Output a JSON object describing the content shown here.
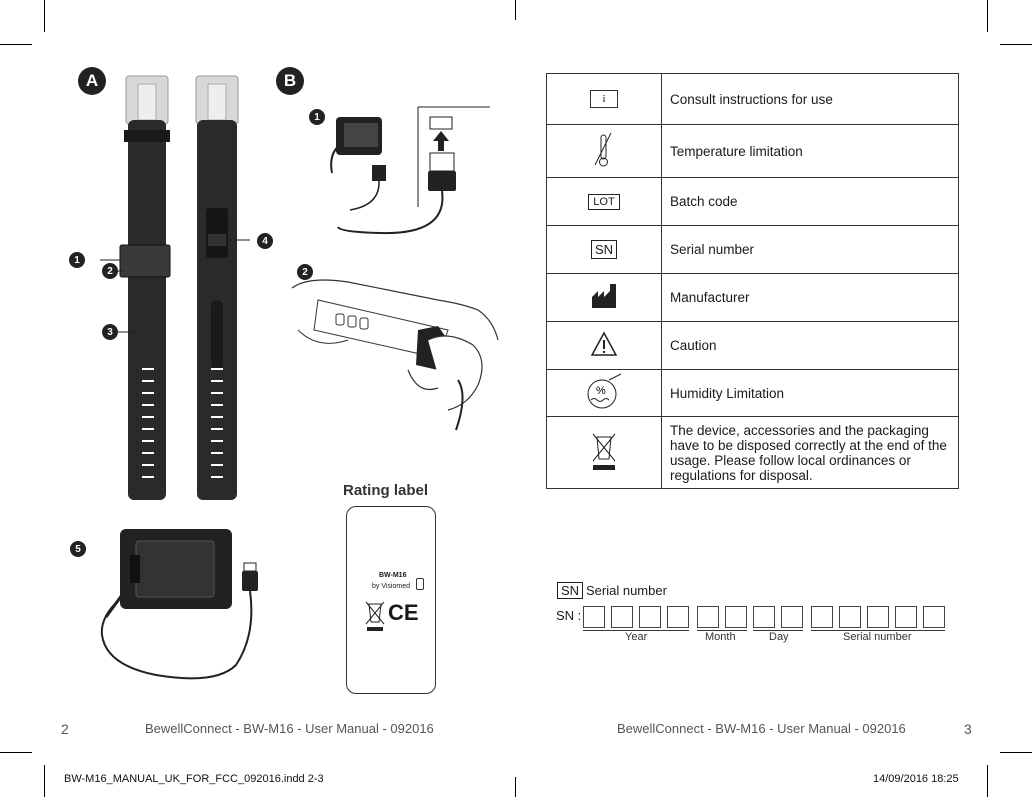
{
  "figure_labels": {
    "a": "A",
    "b": "B"
  },
  "callouts": [
    "1",
    "2",
    "3",
    "4",
    "5"
  ],
  "rating_label": {
    "title": "Rating label",
    "model": "BW-M16",
    "brand": "by Visiomed"
  },
  "symbols": [
    {
      "icon": "instructions-icon",
      "label": "Consult instructions for use"
    },
    {
      "icon": "thermometer-icon",
      "label": "Temperature limitation"
    },
    {
      "icon": "lot-icon",
      "icon_text": "LOT",
      "label": "Batch code"
    },
    {
      "icon": "sn-icon",
      "icon_text": "SN",
      "label": "Serial number"
    },
    {
      "icon": "factory-icon",
      "label": "Manufacturer"
    },
    {
      "icon": "caution-icon",
      "label": "Caution"
    },
    {
      "icon": "humidity-icon",
      "icon_text": "%",
      "label": "Humidity Limitation"
    },
    {
      "icon": "weee-bin-icon",
      "label": "The device, accessories and the packaging have to be disposed correctly at the end of the usage. Please follow local ordinances or regulations for disposal."
    }
  ],
  "serial": {
    "badge": "SN",
    "heading": "Serial number",
    "prefix": "SN :",
    "captions": {
      "year": "Year",
      "month": "Month",
      "day": "Day",
      "serial": "Serial number"
    }
  },
  "footer": {
    "left_page": "2",
    "left_text": "BewellConnect - BW-M16 - User Manual - 092016",
    "right_text": "BewellConnect - BW-M16 - User Manual - 092016",
    "right_page": "3"
  },
  "slug": {
    "file": "BW-M16_MANUAL_UK_FOR_FCC_092016.indd   2-3",
    "date": "14/09/2016   18:25"
  }
}
